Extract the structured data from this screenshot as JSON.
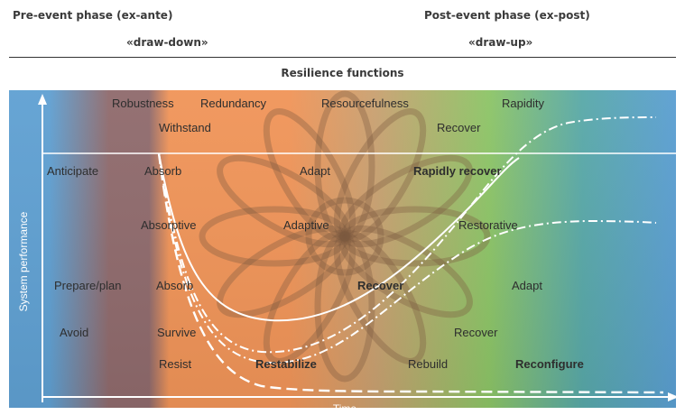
{
  "header": {
    "pre_event": "Pre-event phase (ex-ante)",
    "post_event": "Post-event phase (ex-post)",
    "draw_down": "«draw-down»",
    "draw_up": "«draw-up»"
  },
  "band_title": "Resilience functions",
  "axes": {
    "y_label": "System performance",
    "x_label": "Time"
  },
  "colors": {
    "blue": "#5fa0d2",
    "brown": "#8f6a6c",
    "orange": "#f09458",
    "tan": "#c8a070",
    "green": "#8cc466",
    "teal": "#58a8a8",
    "right_blue": "#5a9ed2"
  },
  "labels": {
    "robustness": "Robustness",
    "redundancy": "Redundancy",
    "resourcefulness": "Resourcefulness",
    "rapidity": "Rapidity",
    "withstand": "Withstand",
    "recover_top": "Recover",
    "anticipate": "Anticipate",
    "absorb_1": "Absorb",
    "adapt_1": "Adapt",
    "rapidly_recover": "Rapidly recover",
    "absorptive": "Absorptive",
    "adaptive": "Adaptive",
    "restorative": "Restorative",
    "prepare_plan": "Prepare/plan",
    "absorb_2": "Absorb",
    "recover_mid": "Recover",
    "adapt_2": "Adapt",
    "avoid": "Avoid",
    "survive": "Survive",
    "recover_low": "Recover",
    "resist": "Resist",
    "restabilize": "Restabilize",
    "rebuild": "Rebuild",
    "reconfigure": "Reconfigure"
  }
}
